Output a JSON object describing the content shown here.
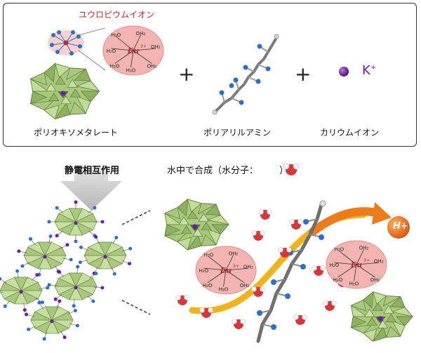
{
  "top_panel": {
    "europium_label": "ユウロピウムイオン",
    "polyoxometalate_label": "ポリオキソメタレート",
    "polyallylamine_label": "ポリアリルアミン",
    "potassium_label": "カリウムイオン",
    "potassium_symbol": "K",
    "potassium_charge": "+",
    "plus_sign": "+"
  },
  "eu_complex": {
    "center": "Eu",
    "charge": "3+",
    "ligand": "H₂O",
    "ligand_alt": "OH₂"
  },
  "bottom": {
    "interaction_label": "静電相互作用",
    "synthesis_label_start": "水中で合成（水分子：",
    "synthesis_label_end": "）",
    "proton_label": "H+"
  },
  "colors": {
    "pom_green": "#a9c77d",
    "pom_edge": "#5d7a3a",
    "eu_halo": "#f1b4b0",
    "amine_blue": "#2f6fc4",
    "potassium_purple": "#6a1fa8",
    "arrow_orange": "#ee7b1a",
    "chain_yellow": "#f2b21b",
    "water_red": "#d8373a"
  }
}
